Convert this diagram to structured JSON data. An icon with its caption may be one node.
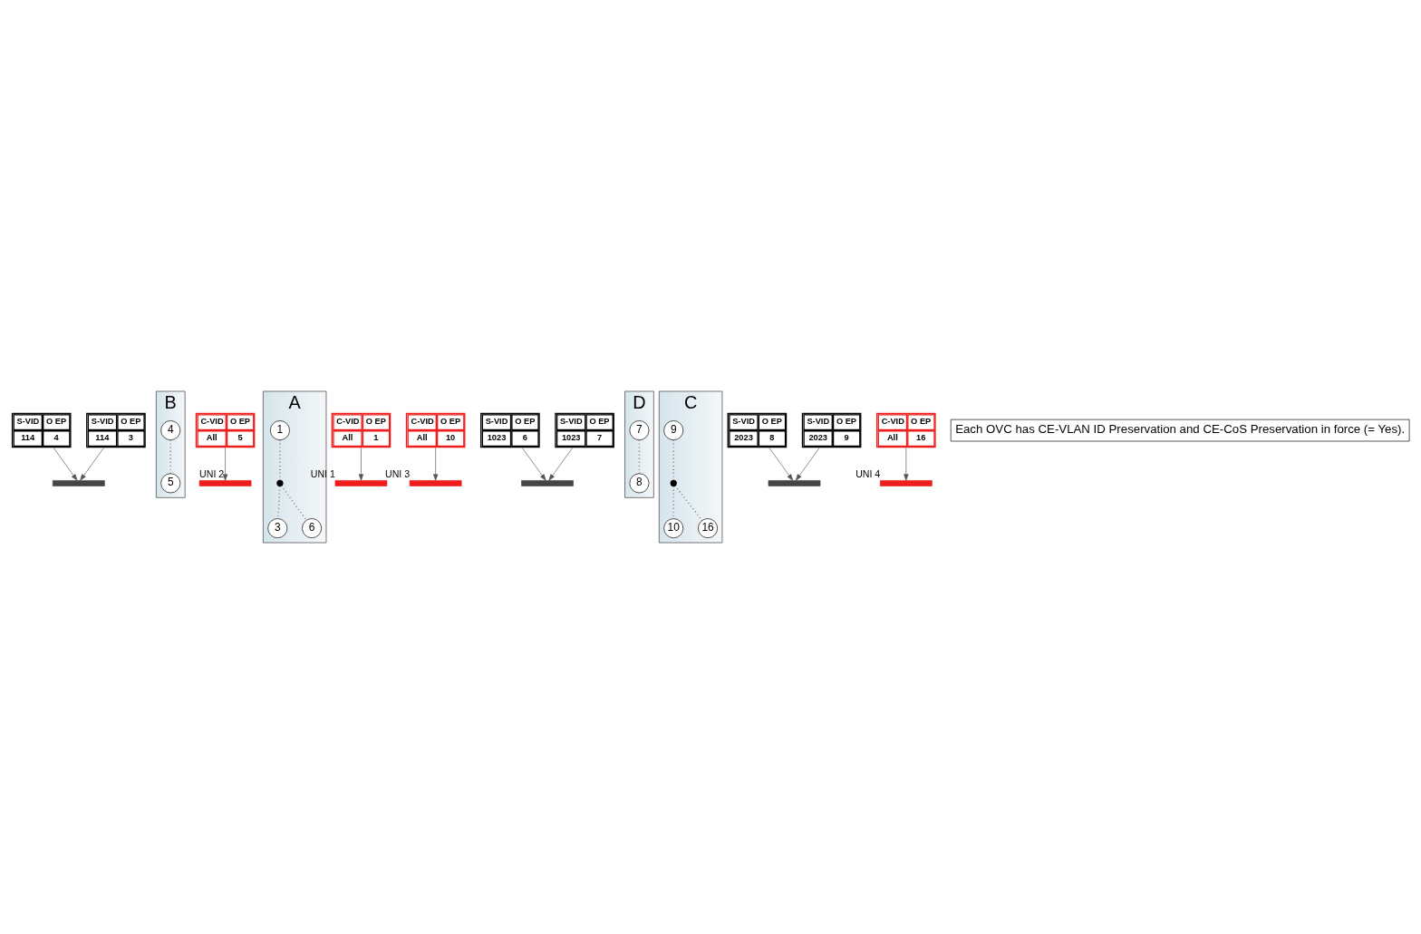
{
  "diagram": {
    "nodes": [
      {
        "text": [
          "S-VID",
          "O EP",
          "114",
          "4"
        ]
      },
      {
        "text": [
          "B"
        ]
      },
      {
        "text": [
          "5"
        ],
        "in": 1
      },
      {
        "text": [
          "4"
        ],
        "in": 1
      },
      {
        "text": [
          "S-VID",
          "O EP",
          "114",
          "3"
        ]
      },
      {
        "text": [],
        "shape": "bar",
        "beside": [
          "UNI 2"
        ]
      },
      {
        "text": [],
        "shape": "bar"
      },
      {
        "text": [
          "A"
        ]
      },
      {
        "text": [
          "3"
        ],
        "in": 7
      },
      {
        "text": [
          "1"
        ],
        "in": 7
      },
      {
        "text": [],
        "shape": "circle",
        "in": 7
      },
      {
        "text": [
          "6"
        ],
        "in": 7
      },
      {
        "text": [],
        "shape": "bar",
        "beside": [
          "UNI 1"
        ]
      },
      {
        "text": [
          "C-VID",
          "O EP",
          "All",
          "5"
        ]
      },
      {
        "text": [
          "C-VID",
          "O EP",
          "All",
          "10"
        ]
      },
      {
        "text": [],
        "shape": "bar"
      },
      {
        "text": [
          "D"
        ]
      },
      {
        "text": [
          "7"
        ],
        "in": 16
      },
      {
        "text": [
          "8"
        ],
        "in": 16
      },
      {
        "text": [
          "C"
        ]
      },
      {
        "text": [
          "9"
        ],
        "in": 19
      },
      {
        "text": [],
        "shape": "circle",
        "in": 19
      },
      {
        "text": [
          "10"
        ],
        "in": 19
      },
      {
        "text": [
          "16"
        ],
        "in": 19
      },
      {
        "text": [],
        "shape": "bar"
      },
      {
        "text": [],
        "shape": "bar",
        "beside": [
          "UNI 3"
        ]
      },
      {
        "text": [
          "C-VID",
          "O EP",
          "All",
          "1"
        ]
      },
      {
        "text": [
          "S-VID",
          "O EP",
          "1023",
          "6"
        ]
      },
      {
        "text": [],
        "shape": "bar",
        "beside": [
          "UNI 4"
        ]
      },
      {
        "text": [
          "C-VID",
          "O EP",
          "All",
          "16"
        ]
      },
      {
        "text": [
          "S-VID",
          "O EP",
          "1023",
          "7"
        ]
      },
      {
        "text": [
          "S-VID",
          "O EP",
          "2023",
          "8"
        ]
      },
      {
        "text": [
          "S-VID",
          "O EP",
          "2023",
          "9"
        ]
      }
    ],
    "edges": [
      {
        "from": 9,
        "to": 10,
        "arrow": "none",
        "style": "dashed"
      },
      {
        "from": 10,
        "to": 8,
        "arrow": "none",
        "style": "dashed"
      },
      {
        "from": 10,
        "to": 11,
        "arrow": "none",
        "style": "dashed"
      },
      {
        "from": 3,
        "to": 2,
        "arrow": "none",
        "style": "dashed"
      },
      {
        "from": 17,
        "to": 18,
        "arrow": "none",
        "style": "dashed"
      },
      {
        "from": 20,
        "to": 21,
        "arrow": "none",
        "style": "dashed"
      },
      {
        "from": 21,
        "to": 22,
        "arrow": "none",
        "style": "dashed"
      },
      {
        "from": 21,
        "to": 23,
        "arrow": "none",
        "style": "dashed"
      },
      {
        "from": 0,
        "to": 6,
        "arrow": "to"
      },
      {
        "from": 4,
        "to": 6,
        "arrow": "to"
      },
      {
        "from": 13,
        "to": 5,
        "arrow": "to"
      },
      {
        "from": 14,
        "to": 25,
        "arrow": "to"
      },
      {
        "from": 26,
        "to": 12,
        "arrow": "to"
      },
      {
        "from": 27,
        "to": 15,
        "arrow": "to"
      },
      {
        "from": 30,
        "to": 15,
        "arrow": "to"
      },
      {
        "from": 31,
        "to": 24,
        "arrow": "to"
      },
      {
        "from": 32,
        "to": 24,
        "arrow": "to"
      },
      {
        "from": 29,
        "to": 28,
        "arrow": "to"
      }
    ],
    "labels": [
      "Each OVC has CE-VLAN ID Preservation and CE-CoS Preservation in force (= Yes)."
    ]
  }
}
